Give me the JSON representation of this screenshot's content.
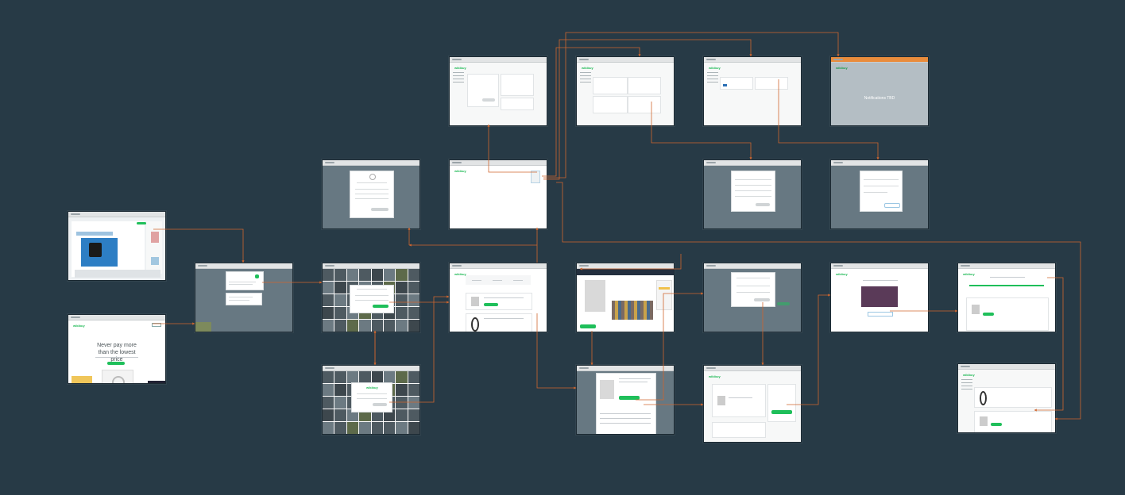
{
  "board": {
    "background": "#273a46",
    "arrow_color": "#d0662f"
  },
  "brand": {
    "logo_text": "wikibuy",
    "accent": "#1fbf5a"
  },
  "texts": {
    "landing_headline": "Never pay more than the lowest price",
    "tbd_label": "Notifications TBD"
  },
  "screens": [
    {
      "id": "browser-extension-screenshot",
      "kind": "photo"
    },
    {
      "id": "landing-page",
      "kind": "marketing"
    },
    {
      "id": "install-modal",
      "kind": "dimmed-modal"
    },
    {
      "id": "signup-tiles",
      "kind": "tiles-modal"
    },
    {
      "id": "login-tiles",
      "kind": "tiles-modal"
    },
    {
      "id": "create-account-modal",
      "kind": "dimmed-modal"
    },
    {
      "id": "dashboard-empty",
      "kind": "page"
    },
    {
      "id": "dashboard-savings",
      "kind": "page"
    },
    {
      "id": "account-profile",
      "kind": "settings"
    },
    {
      "id": "account-addresses",
      "kind": "settings"
    },
    {
      "id": "account-payment",
      "kind": "settings"
    },
    {
      "id": "notifications-tbd",
      "kind": "placeholder"
    },
    {
      "id": "edit-address-modal",
      "kind": "dimmed-modal"
    },
    {
      "id": "edit-card-modal",
      "kind": "dimmed-modal"
    },
    {
      "id": "amazon-product-page",
      "kind": "photo"
    },
    {
      "id": "wikibuy-product-popup",
      "kind": "dimmed-modal"
    },
    {
      "id": "signin-to-buy-modal",
      "kind": "dimmed-modal"
    },
    {
      "id": "checkout-review",
      "kind": "page"
    },
    {
      "id": "order-success-video",
      "kind": "page"
    },
    {
      "id": "order-tracking",
      "kind": "page"
    },
    {
      "id": "order-history",
      "kind": "page"
    }
  ]
}
